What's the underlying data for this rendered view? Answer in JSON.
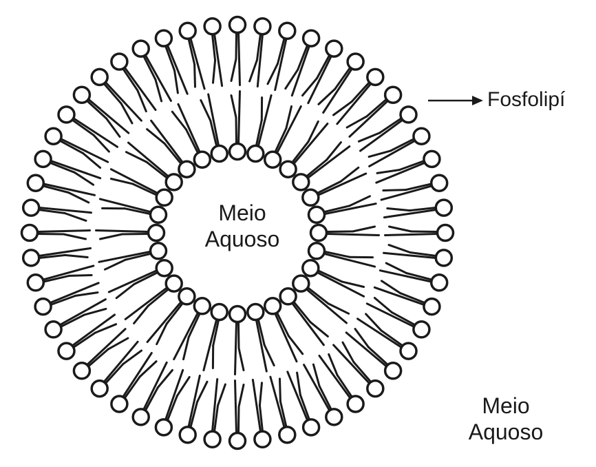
{
  "labels": {
    "phospholipid": "Fosfolipí",
    "inner_medium": [
      "Meio",
      "Aquoso"
    ],
    "outer_medium": [
      "Meio",
      "Aquoso"
    ]
  },
  "diagram": {
    "outer_layer_heads": 52,
    "inner_layer_heads": 28
  },
  "colors": {
    "stroke": "#1a1a1a",
    "head_fill": "#ffffff",
    "background": "#ffffff"
  }
}
